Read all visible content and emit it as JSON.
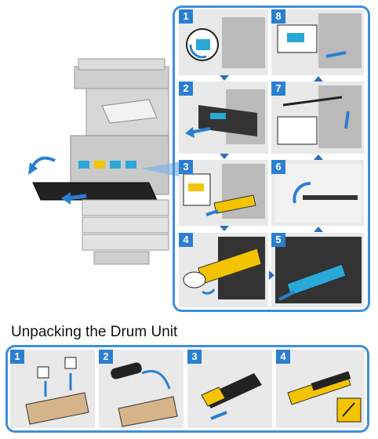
{
  "procedure": {
    "steps": [
      {
        "num": "1"
      },
      {
        "num": "2"
      },
      {
        "num": "3"
      },
      {
        "num": "4"
      },
      {
        "num": "5"
      },
      {
        "num": "6"
      },
      {
        "num": "7"
      },
      {
        "num": "8"
      }
    ]
  },
  "unpacking": {
    "title": "Unpacking the Drum Unit",
    "steps": [
      {
        "num": "1"
      },
      {
        "num": "2"
      },
      {
        "num": "3"
      },
      {
        "num": "4"
      }
    ]
  },
  "colors": {
    "accent": "#2b7fd0",
    "frame": "#3f8fd6",
    "toner_yellow": "#f5c400",
    "part_cyan": "#2aa8d8"
  }
}
